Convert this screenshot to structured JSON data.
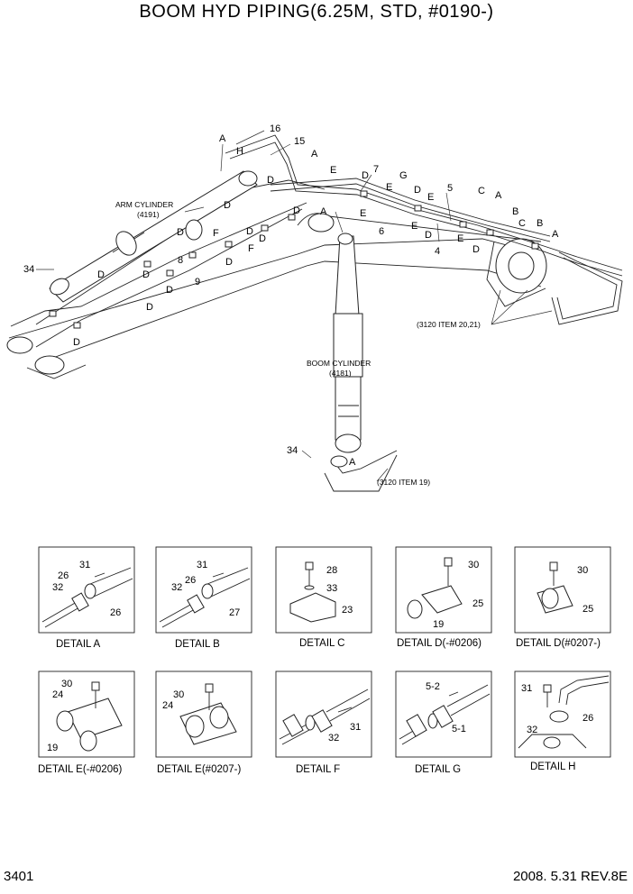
{
  "title": "BOOM HYD PIPING(6.25M, STD,  #0190-)",
  "page_number": "3401",
  "revision": "2008. 5.31  REV.8E",
  "assembly_labels": {
    "arm_cylinder": "ARM CYLINDER",
    "arm_cylinder_ref": "(4191)",
    "boom_cylinder": "BOOM CYLINDER",
    "boom_cylinder_ref": "(4181)",
    "ref_3120_20_21": "(3120 ITEM 20,21)",
    "ref_3120_19": "(3120 ITEM 19)"
  },
  "callouts": {
    "c16": "16",
    "c15": "15",
    "c7": "7",
    "c5": "5",
    "c4": "4",
    "c6": "6",
    "c8": "8",
    "c9": "9",
    "c34a": "34",
    "c34b": "34",
    "A": "A",
    "B": "B",
    "C": "C",
    "D": "D",
    "E": "E",
    "F": "F",
    "G": "G",
    "H": "H"
  },
  "details": [
    {
      "caption": "DETAIL  A",
      "parts": [
        "31",
        "26",
        "32",
        "26"
      ]
    },
    {
      "caption": "DETAIL  B",
      "parts": [
        "31",
        "26",
        "32",
        "27"
      ]
    },
    {
      "caption": "DETAIL  C",
      "parts": [
        "28",
        "33",
        "23"
      ]
    },
    {
      "caption": "DETAIL  D(-#0206)",
      "parts": [
        "30",
        "25",
        "19"
      ]
    },
    {
      "caption": "DETAIL  D(#0207-)",
      "parts": [
        "30",
        "25"
      ]
    },
    {
      "caption": "DETAIL  E(-#0206)",
      "parts": [
        "30",
        "24",
        "19"
      ]
    },
    {
      "caption": "DETAIL  E(#0207-)",
      "parts": [
        "30",
        "24"
      ]
    },
    {
      "caption": "DETAIL  F",
      "parts": [
        "31",
        "32"
      ]
    },
    {
      "caption": "DETAIL  G",
      "parts": [
        "5-2",
        "5-1"
      ]
    },
    {
      "caption": "DETAIL  H",
      "parts": [
        "31",
        "26",
        "32"
      ]
    }
  ]
}
